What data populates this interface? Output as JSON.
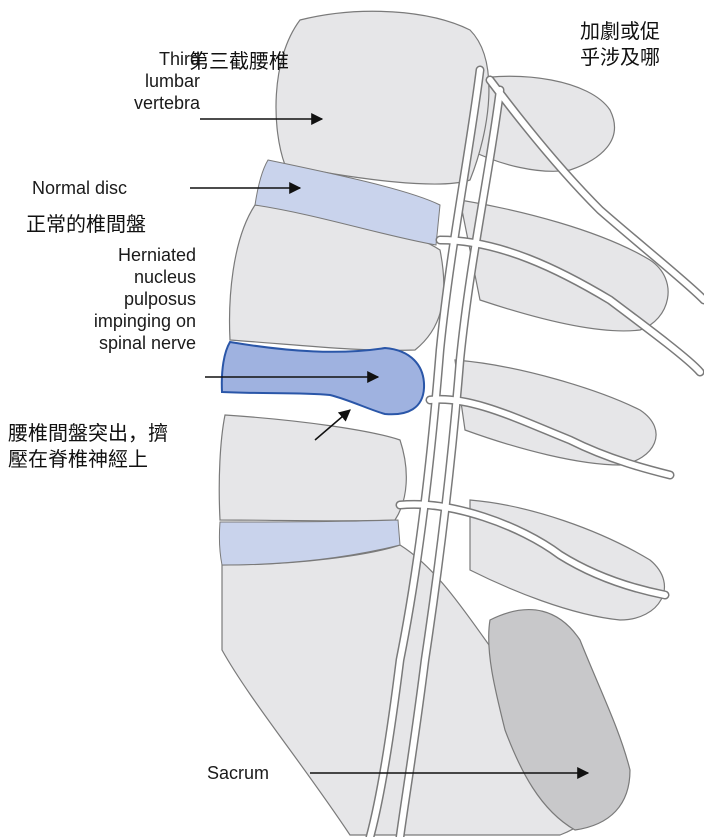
{
  "labels": {
    "third_lumbar_vertebra": [
      "Third",
      "lumbar",
      "vertebra"
    ],
    "third_lumbar_vertebra_zh": "第三截腰椎",
    "normal_disc": "Normal disc",
    "normal_disc_zh": "正常的椎間盤",
    "herniated": [
      "Herniated",
      "nucleus",
      "pulposus",
      "impinging on",
      "spinal nerve"
    ],
    "herniated_zh": [
      "腰椎間盤突出，擠",
      "壓在脊椎神經上"
    ],
    "sacrum": "Sacrum"
  },
  "top_right_fragment": [
    "加劇或促",
    "乎涉及哪"
  ],
  "colors": {
    "bone": "#e6e6e8",
    "bone_outline": "#7a7a7a",
    "sacrum_dark": "#c8c8ca",
    "normal_disc": "#c9d3ec",
    "herniated_disc": "#9fb2e0",
    "herniated_outline": "#2a56a8",
    "nerve": "#ffffff"
  }
}
